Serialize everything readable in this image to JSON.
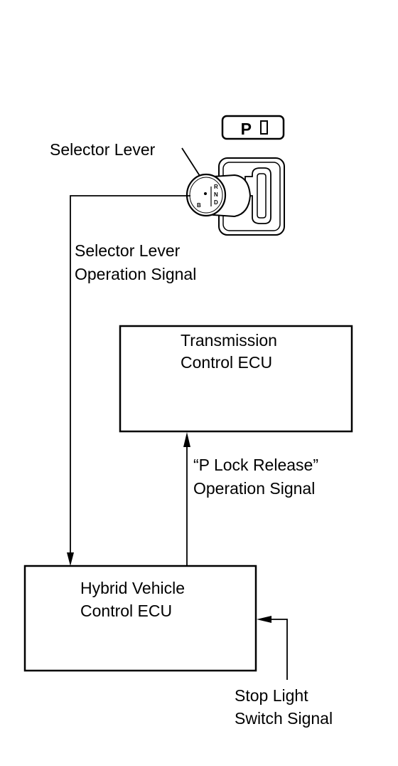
{
  "labels": {
    "selector_lever": "Selector Lever",
    "selector_signal_line1": "Selector Lever",
    "selector_signal_line2": "Operation Signal",
    "p_lock_line1": "“P Lock Release”",
    "p_lock_line2": "Operation Signal",
    "stop_light_line1": "Stop Light",
    "stop_light_line2": "Switch Signal"
  },
  "boxes": {
    "transmission_ecu_line1": "Transmission",
    "transmission_ecu_line2": "Control ECU",
    "hybrid_ecu_line1": "Hybrid Vehicle",
    "hybrid_ecu_line2": "Control ECU"
  },
  "p_button": {
    "label": "P"
  },
  "shift_gate": {
    "positions": [
      "R",
      "N",
      "D",
      "B"
    ]
  }
}
